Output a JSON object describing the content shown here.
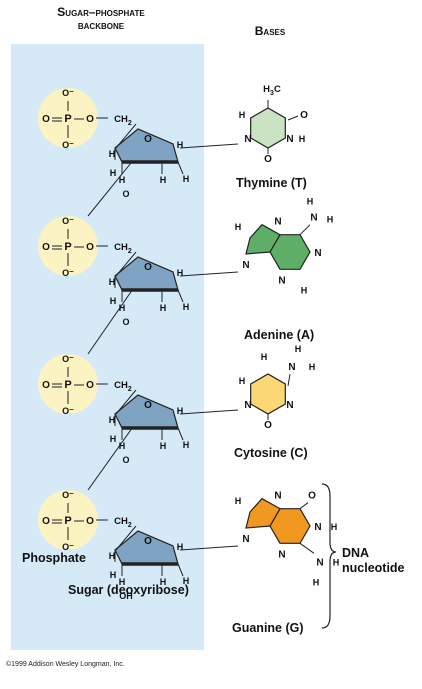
{
  "titles": {
    "backbone_line1": "Sugar–phosphate",
    "backbone_line2": "backbone",
    "bases": "Bases"
  },
  "bases": [
    {
      "name": "Thymine (T)",
      "fill": "#c9e3c3"
    },
    {
      "name": "Adenine (A)",
      "fill": "#5fae68"
    },
    {
      "name": "Cytosine (C)",
      "fill": "#fbd775"
    },
    {
      "name": "Guanine (G)",
      "fill": "#f0981f"
    }
  ],
  "labels": {
    "phosphate": "Phosphate",
    "sugar": "Sugar (deoxyribose)",
    "nucleotide_line1": "DNA",
    "nucleotide_line2": "nucleotide"
  },
  "atoms": {
    "O": "O",
    "P": "P",
    "H": "H",
    "N": "N",
    "C": "C",
    "CH2": "CH2",
    "OH": "OH",
    "H3C": "H3C",
    "o_minus": "O⁻"
  },
  "colors": {
    "backbone_panel": "#d5e9f7",
    "phosphate_circle": "#fbf3c2",
    "sugar_ring": "#7fa3c2"
  },
  "copyright": "©1999 Addison Wesley Longman, Inc."
}
